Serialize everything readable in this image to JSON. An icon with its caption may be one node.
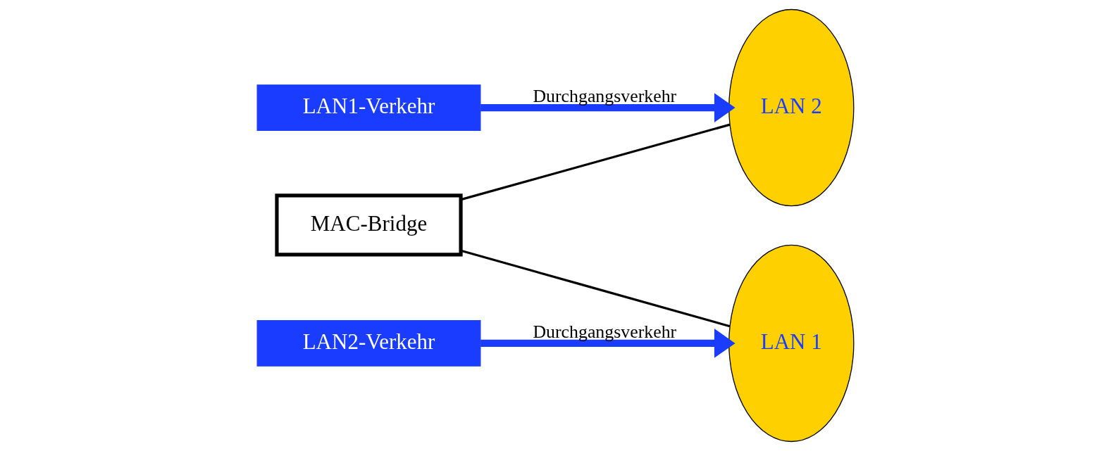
{
  "diagram": {
    "nodes": [
      {
        "text": [
          "LAN1-Verkehr"
        ]
      },
      {
        "text": [
          "LAN 1"
        ]
      },
      {
        "text": [
          "MAC-Bridge"
        ]
      },
      {
        "text": [
          "LAN 2"
        ]
      },
      {
        "text": [
          "LAN2-Verkehr"
        ]
      }
    ],
    "edges": [
      {
        "from": 1,
        "to": 2,
        "arrow": "none"
      },
      {
        "from": 2,
        "to": 3,
        "arrow": "none"
      },
      {
        "from": 0,
        "to": 3,
        "arrow": "to",
        "label": "Durchgangsverkehr",
        "style": "thick",
        "color": "#1a3cff"
      },
      {
        "from": 4,
        "to": 1,
        "arrow": "to",
        "label": "Durchgangsverkehr",
        "style": "thick",
        "color": "#1a3cff"
      }
    ]
  }
}
